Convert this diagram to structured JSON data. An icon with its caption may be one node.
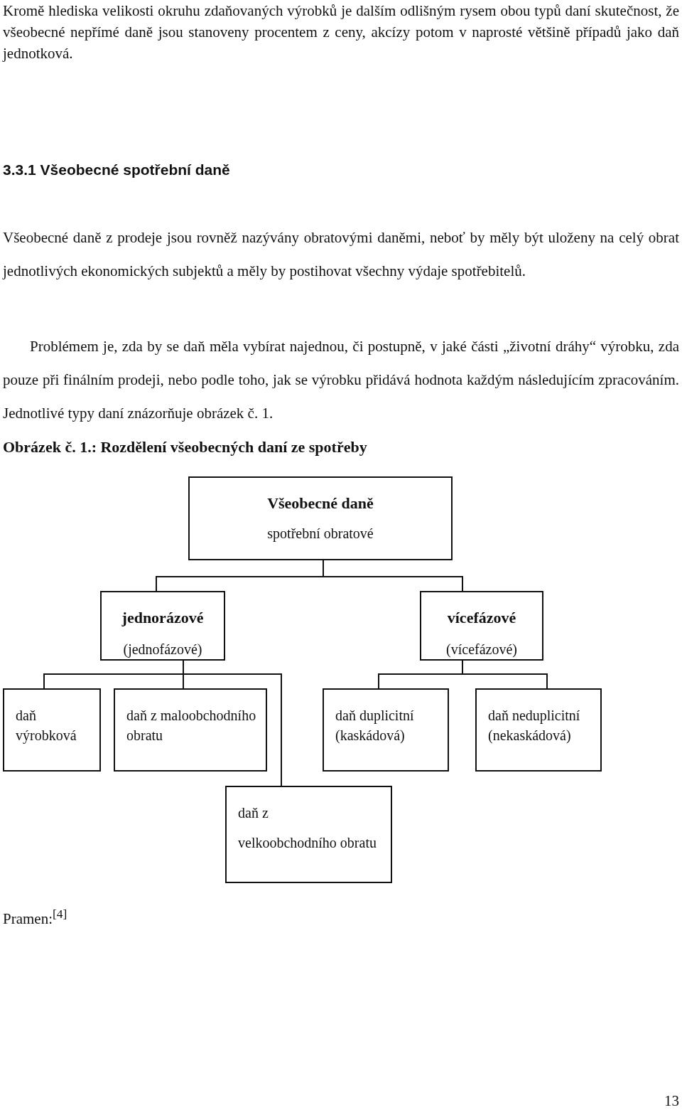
{
  "diagram": {
    "title": "Obrázek č. 1.: Rozdělení všeobecných daní ze spotřeby",
    "nodes": [
      {
        "text": [
          "Všeobecné daně",
          "spotřební obratové"
        ]
      },
      {
        "text": [
          "jednorázové",
          "(jednofázové)"
        ]
      },
      {
        "text": [
          "vícefázové",
          "(vícefázové)"
        ]
      },
      {
        "text": [
          "daň výrobková"
        ]
      },
      {
        "text": [
          "daň z maloobchodního obratu"
        ]
      },
      {
        "text": [
          "daň duplicitní (kaskádová)"
        ]
      },
      {
        "text": [
          "daň neduplicitní (nekaskádová)"
        ]
      },
      {
        "text": [
          "daň z",
          "velkoobchodního obratu"
        ]
      }
    ],
    "edges": [
      {
        "from": 0,
        "to": 1,
        "arrow": "none"
      },
      {
        "from": 0,
        "to": 2,
        "arrow": "none"
      },
      {
        "from": 1,
        "to": 3,
        "arrow": "none"
      },
      {
        "from": 1,
        "to": 4,
        "arrow": "none"
      },
      {
        "from": 1,
        "to": 7,
        "arrow": "none"
      },
      {
        "from": 2,
        "to": 5,
        "arrow": "none"
      },
      {
        "from": 2,
        "to": 6,
        "arrow": "none"
      }
    ],
    "labels": [
      "Kromě hlediska velikosti okruhu zdaňovaných výrobků je dalším odlišným rysem obou typů daní skutečnost, že všeobecné nepřímé daně jsou stanoveny procentem z ceny, akcízy potom v naprosté většině případů jako daň jednotková.",
      "3.3.1 Všeobecné spotřební daně",
      "Všeobecné daně z prodeje jsou rovněž nazývány obratovými daněmi, neboť by měly být uloženy na celý obrat jednotlivých ekonomických subjektů a měly by postihovat všechny výdaje spotřebitelů.",
      "Problémem je, zda by se daň měla vybírat najednou, či postupně, v jaké části „životní dráhy“ výrobku, zda pouze při finálním prodeji, nebo podle toho, jak se výrobku přidává hodnota každým následujícím zpracováním. Jednotlivé typy daní znázorňuje obrázek č. 1.",
      "Pramen:$^{[4]}$",
      "13"
    ]
  }
}
